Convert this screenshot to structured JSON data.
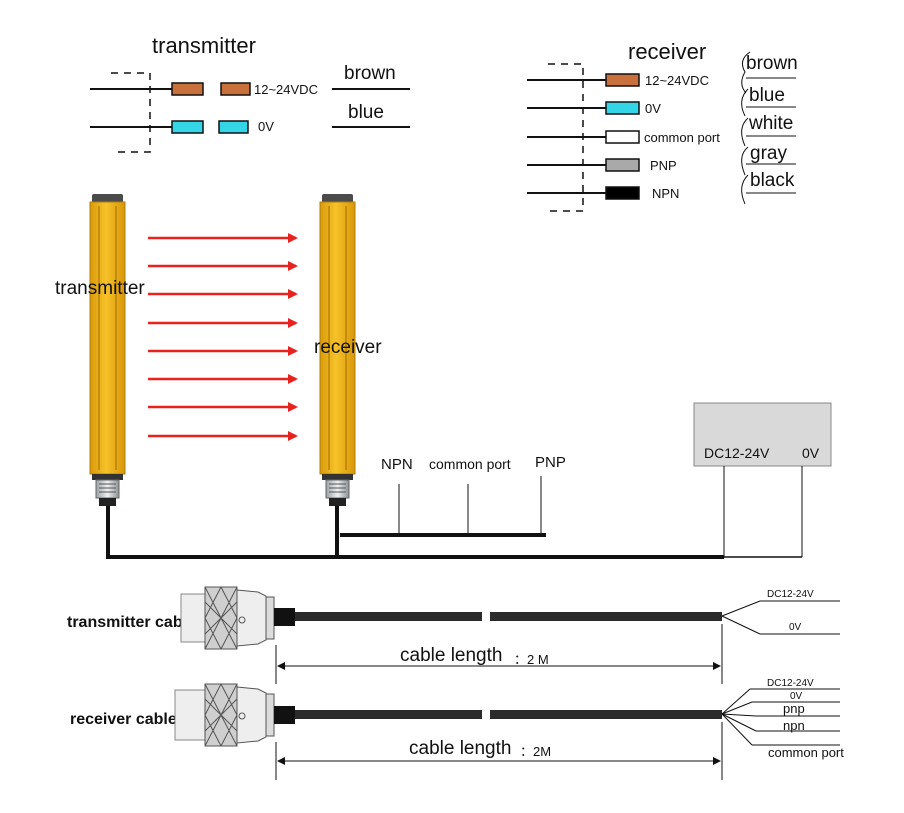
{
  "transmitter_legend": {
    "title": "transmitter",
    "voltage": "12~24VDC",
    "zero": "0V",
    "wire1": "brown",
    "wire2": "blue"
  },
  "receiver_legend": {
    "title": "receiver",
    "rows": [
      {
        "label": "12~24VDC",
        "wire": "brown",
        "color": "#c8713d"
      },
      {
        "label": "0V",
        "wire": "blue",
        "color": "#33d5e6"
      },
      {
        "label": "common port",
        "wire": "white",
        "color": "#ffffff"
      },
      {
        "label": "PNP",
        "wire": "gray",
        "color": "#a9a9a9"
      },
      {
        "label": "NPN",
        "wire": "black",
        "color": "#000000"
      }
    ]
  },
  "curtain": {
    "transmitter_label": "transmitter",
    "receiver_label": "receiver",
    "out_npn": "NPN",
    "out_common": "common port",
    "out_pnp": "PNP",
    "power_dc": "DC12-24V",
    "power_0v": "0V",
    "bar_color": "#f2b81c",
    "beam_color": "#e8231f"
  },
  "transmitter_cable": {
    "label": "transmitter cable",
    "length_label": "cable length",
    "length_value": "：2 M",
    "wire_dc": "DC12-24V",
    "wire_0v": "0V"
  },
  "receiver_cable": {
    "label": "receiver cable",
    "length_label": "cable length",
    "length_value": "：2M",
    "wire_dc": "DC12-24V",
    "wire_0v": "0V",
    "wire_pnp": "pnp",
    "wire_npn": "npn",
    "wire_common": "common port"
  }
}
